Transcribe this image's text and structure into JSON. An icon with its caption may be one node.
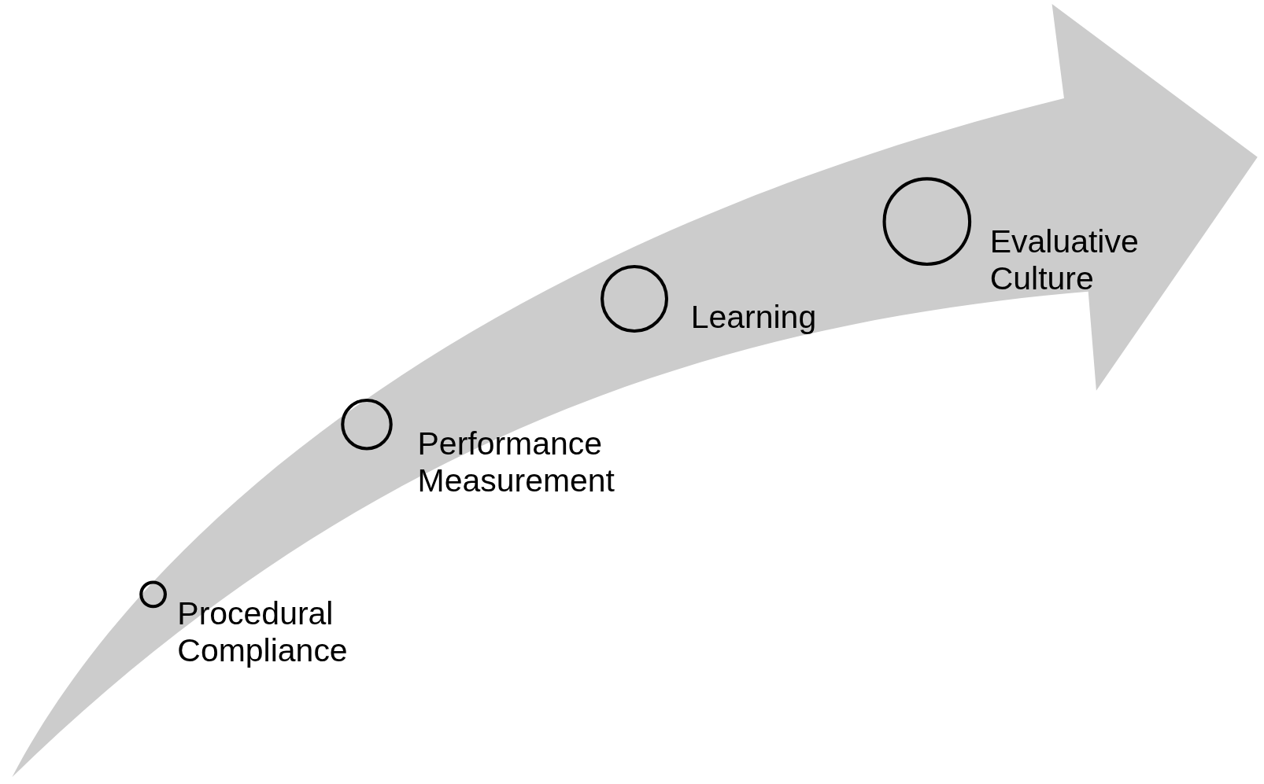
{
  "diagram": {
    "nodes": [
      {
        "text": [],
        "shape": "circle",
        "beside": [
          "Procedural Compliance"
        ]
      },
      {
        "text": [],
        "shape": "circle",
        "beside": [
          "Performance Measurement"
        ]
      },
      {
        "text": [],
        "shape": "circle",
        "beside": [
          "Learning"
        ]
      },
      {
        "text": [],
        "shape": "circle",
        "beside": [
          "Evaluative Culture"
        ]
      }
    ]
  }
}
